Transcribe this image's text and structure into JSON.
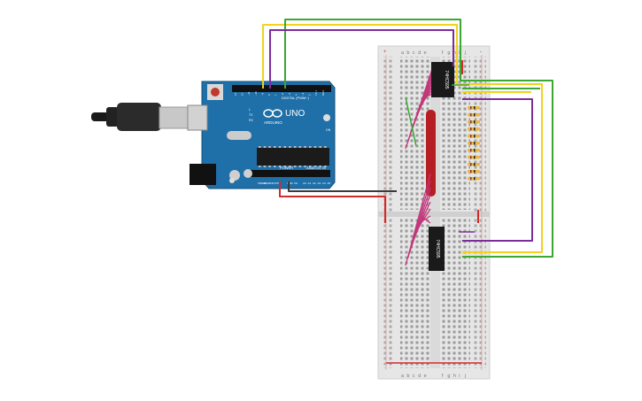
{
  "arduino": {
    "model": "UNO",
    "brand": "ARDUINO",
    "digital_label": "DIGITAL (PWM~)",
    "power_label": "POWER",
    "analog_label": "ANALOG IN",
    "aref": "AREF",
    "gnd": "GND",
    "tx": "TX",
    "rx": "RX",
    "l": "L",
    "on": "ON",
    "ioref": "IOREF",
    "reset": "RESET",
    "v33": "3.3V",
    "v5": "5V",
    "vin": "Vin",
    "analog_pins": [
      "A0",
      "A1",
      "A2",
      "A3",
      "A4",
      "A5"
    ],
    "digital_pins": [
      "13",
      "12",
      "~11",
      "~10",
      "~9",
      "8",
      "7",
      "~6",
      "~5",
      "4",
      "~3",
      "2",
      "TX 1",
      "RX 0"
    ]
  },
  "breadboard": {
    "column_letters_left": [
      "a",
      "b",
      "c",
      "d",
      "e"
    ],
    "column_letters_right": [
      "f",
      "g",
      "h",
      "i",
      "j"
    ],
    "rail_plus": "+",
    "rail_minus": "-"
  },
  "chips": [
    {
      "label": "74HC595"
    },
    {
      "label": "74HC595"
    }
  ],
  "colors": {
    "board": "#1f6fa8",
    "wire_green": "#3aa832",
    "wire_yellow": "#f2d21b",
    "wire_purple": "#7d2c9c",
    "wire_red": "#d42a2a",
    "wire_dark": "#3a3a3a",
    "wire_magenta": "#c2367a",
    "led_red": "#b51e23",
    "resistor": "#e8b64a"
  }
}
